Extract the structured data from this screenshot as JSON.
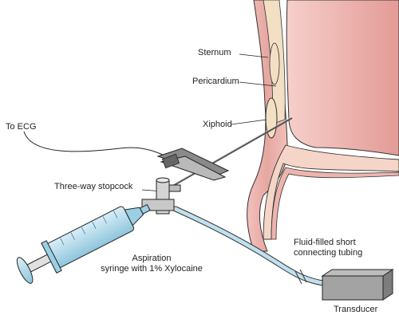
{
  "labels": {
    "sternum": "Sternum",
    "pericardium": "Pericardium",
    "xiphoid": "Xiphoid",
    "to_ecg": "To ECG",
    "stopcock": "Three-way stopcock",
    "aspiration_line1": "Aspiration",
    "aspiration_line2": "syringe with 1% Xylocaine",
    "tubing_line1": "Fluid-filled short",
    "tubing_line2": "connecting tubing",
    "transducer": "Transducer"
  },
  "colors": {
    "tissue_pink": "#f2c4c0",
    "tissue_deep": "#e08f8a",
    "sternum_cream": "#f3dfc3",
    "fluid_blue": "#bfe0ee",
    "metal_gray": "#9a9a9a",
    "outline": "#333333"
  }
}
